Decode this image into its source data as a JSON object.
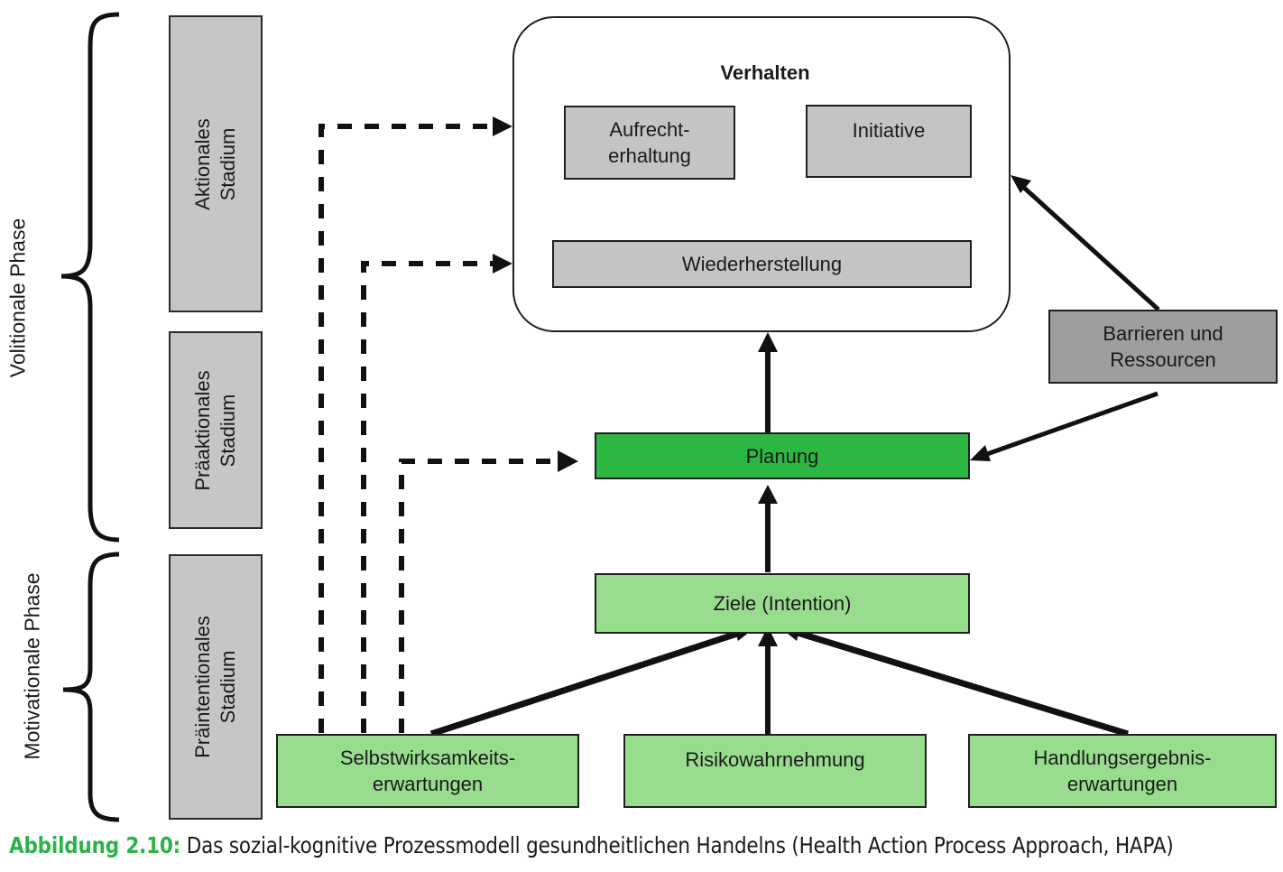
{
  "phases": [
    {
      "id": "volitional",
      "label": "Volitionale Phase"
    },
    {
      "id": "motivational",
      "label": "Motivationale Phase"
    }
  ],
  "stages": [
    {
      "id": "actional",
      "label": "Aktionales\nStadium"
    },
    {
      "id": "preactional",
      "label": "Präaktionales\nStadium"
    },
    {
      "id": "preintentional",
      "label": "Präintentionales\nStadium"
    }
  ],
  "behavior": {
    "title": "Verhalten",
    "boxes": {
      "maintenance": "Aufrecht-\nerhaltung",
      "initiative": "Initiative",
      "recovery": "Wiederherstellung"
    }
  },
  "nodes": {
    "barriers": "Barrieren und\nRessourcen",
    "planning": "Planung",
    "goals": "Ziele (Intention)",
    "self_efficacy": "Selbstwirksamkeits-\nerwartungen",
    "risk_perception": "Risikowahrnehmung",
    "outcome_expectancies": "Handlungsergebnis-\nerwartungen"
  },
  "colors": {
    "planning_green": "#2cb742",
    "light_green": "#98dd8e",
    "stage_gray": "#c6c6c6",
    "barrier_gray": "#9e9e9e",
    "caption_label_green": "#2db24a"
  },
  "caption": {
    "label": "Abbildung 2.10:",
    "text": " Das sozial-kognitive Prozessmodell gesundheitlichen Handelns (Health Action Process Approach, HAPA)"
  }
}
